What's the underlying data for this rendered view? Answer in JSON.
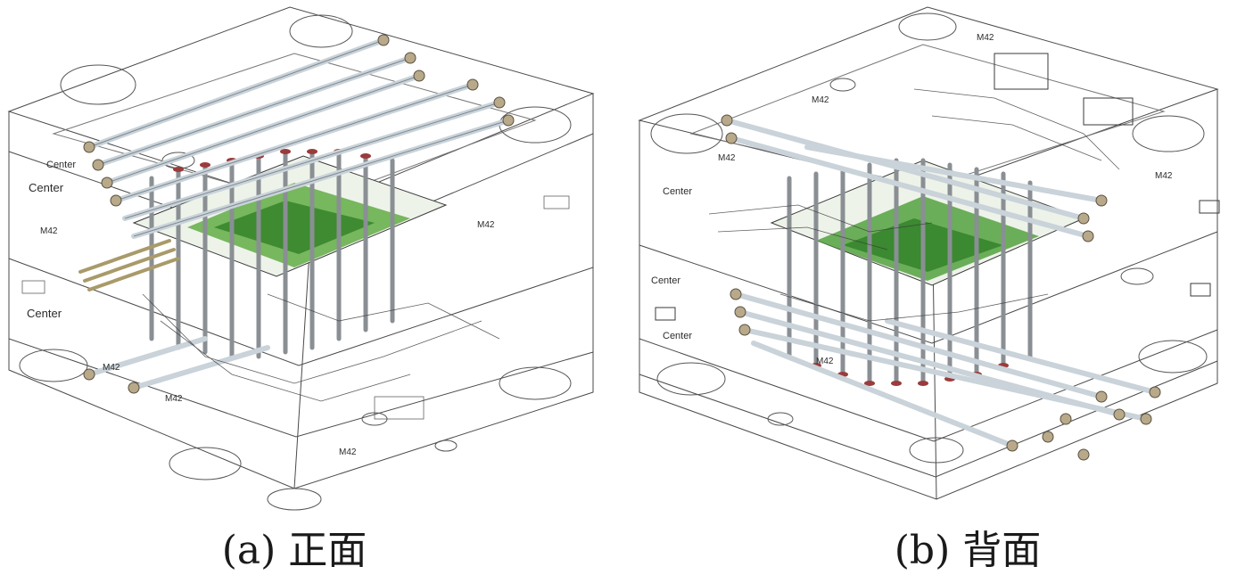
{
  "figure": {
    "panels": [
      {
        "id": "a",
        "caption": "(a) 正面",
        "labels": {
          "center_1": "Center",
          "center_2": "Center",
          "center_3": "Center",
          "m42_1": "M42",
          "m42_2": "M42",
          "m42_3": "M42",
          "m42_4": "M42",
          "m42_5": "M42"
        }
      },
      {
        "id": "b",
        "caption": "(b) 背面",
        "labels": {
          "center_1": "Center",
          "center_2": "Center",
          "center_3": "Center",
          "m42_1": "M42",
          "m42_2": "M42",
          "m42_3": "M42",
          "m42_4": "M42",
          "m42_5": "M42"
        }
      }
    ],
    "colors": {
      "wireframe": "#3a3a3a",
      "cooling_pipe": "#c9d3d9",
      "fitting": "#b8a98a",
      "part_green": "#3f9a2e",
      "pin_red": "#9b3b3b"
    }
  }
}
